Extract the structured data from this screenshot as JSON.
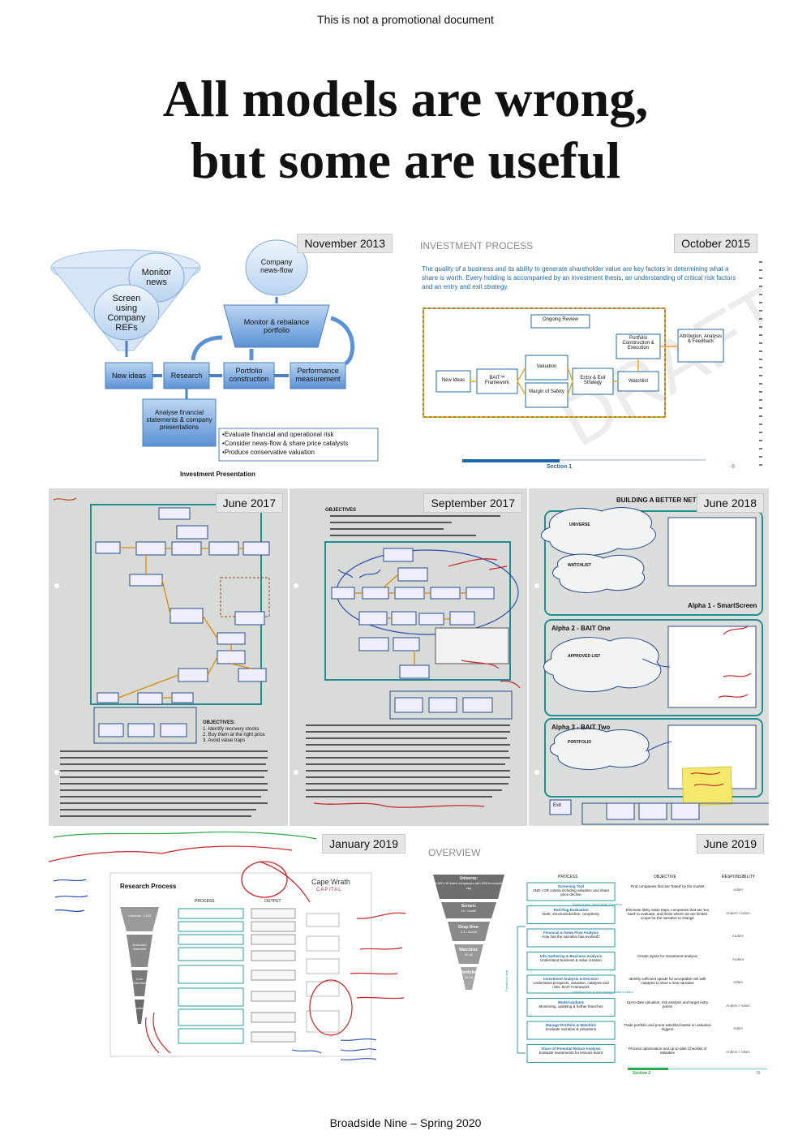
{
  "header": {
    "disclaimer": "This is not a promotional document"
  },
  "headline": {
    "line1": "All models are wrong,",
    "line2": "but some are useful"
  },
  "footer": {
    "text": "Broadside Nine – Spring 2020"
  },
  "panels": {
    "nov2013": {
      "date": "November 2013",
      "nodes": {
        "screen": "Screen using Company REFs",
        "monitor_news": "Monitor news",
        "company_news": "Company news-flow",
        "monitor_rebalance": "Monitor & rebalance portfolio",
        "new_ideas": "New ideas",
        "research": "Research",
        "portfolio_construction": "Portfolio construction",
        "performance": "Performance measurement",
        "analyse": "Analyse financial statements & company presentations"
      },
      "bullets": [
        "•Evaluate financial and operational risk",
        "•Consider news-flow & share price catalysts",
        "•Produce conservative valuation"
      ],
      "caption": "Investment Presentation"
    },
    "oct2015": {
      "date": "October 2015",
      "heading": "INVESTMENT PROCESS",
      "intro": "The quality of a business and its ability to generate shareholder value are key factors in determining what a share is worth. Every holding is accompanied by an investment thesis, an understanding of critical risk factors and an entry and exit strategy.",
      "boxes": {
        "ongoing_review": "Ongoing Review",
        "new_ideas": "New Ideas",
        "bait": "BAIT™ Framework",
        "valuation": "Valuation",
        "margin": "Margin of Safety",
        "entry_exit": "Entry & Exit Strategy",
        "portfolio": "Portfolio Construction & Execution",
        "watchlist": "Watchlist",
        "attribution": "Attribution, Analysis & Feedback"
      },
      "section": "Section 1",
      "page": "8"
    },
    "jun2017": {
      "date": "June 2017",
      "objectives_title": "OBJECTIVES:",
      "objectives": [
        "1.   Identify recovery stocks",
        "2.   Buy them at the right price",
        "3.   Avoid value traps"
      ]
    },
    "sep2017": {
      "date": "September 2017",
      "objectives_title": "OBJECTIVES"
    },
    "jun2018": {
      "date": "June 2018",
      "heading": "BUILDING A BETTER NET",
      "alpha1": "Alpha 1 - SmartScreen",
      "alpha2": "Alpha 2 - BAIT One",
      "alpha3": "Alpha 3 - BAIT Two",
      "universe": "UNIVERSE",
      "watchlist": "WATCHLIST",
      "approved": "APPROVED LIST",
      "portfolio": "PORTFOLIO",
      "exit": "Exit"
    },
    "jan2019": {
      "date": "January 2019",
      "title": "Research Process",
      "logo_top": "Cape Wrath",
      "logo_bottom": "CAPITAL",
      "funnel": [
        "Universe: 1,500",
        "Extended Watchlist",
        "Core Watchlist",
        "Portfolio"
      ],
      "columns": [
        "PROCESS",
        "OUTPUT"
      ]
    },
    "jun2019": {
      "date": "June 2019",
      "heading": "OVERVIEW",
      "columns": [
        "PROCESS",
        "OBJECTIVE",
        "RESPONSIBILITY"
      ],
      "funnel": [
        {
          "title": "Universe:",
          "sub": "1,500 UK listed companies with £250m market cap"
        },
        {
          "title": "Screen:",
          "sub": "10 / month"
        },
        {
          "title": "Deep Dive:",
          "sub": "2-3 / month"
        },
        {
          "title": "Watchlist:",
          "sub": "40-60"
        },
        {
          "title": "Portfolio:",
          "sub": "15-20"
        }
      ],
      "rows": [
        {
          "process": "Screening Tool",
          "detail": "AND / OR criteria including valuation and share price decline",
          "objective": "Find companies that are 'hated' by the market",
          "resp": "Adam"
        },
        {
          "process": "Red Flag Evaluation",
          "detail": "Debt, structural decline, complexity",
          "objective": "Eliminate likely value traps, companies that are 'too hard' to evaluate, and those where we are limited scope for the narrative to change",
          "resp": "Anders / Adam"
        },
        {
          "process": "Financial & News Flow Analysis",
          "detail": "How has the narrative has evolved?",
          "objective": "",
          "resp": "Anders"
        },
        {
          "process": "Info Gathering & Business Analysis",
          "detail": "Understand business & value creation",
          "objective": "Create inputs for investment analysis",
          "resp": "Anders"
        },
        {
          "process": "Investment Analysis & Decision",
          "detail": "Understand prospects, valuation, catalysts and risks. BAIT Framework",
          "objective": "Identify sufficient upside for acceptable risk with catalysts to drive a new narrative",
          "resp": "Adam"
        },
        {
          "process": "Model Updates",
          "detail": "Monitoring, updating & further branches",
          "objective": "Up-to-date valuation, risk analysis and target entry points",
          "resp": "Anders / Adam"
        },
        {
          "process": "Manage Portfolio & Watchlist",
          "detail": "Evaluate narrative & valuations",
          "objective": "Trade portfolio and prune watchlist based on valuation triggers",
          "resp": "Adam"
        },
        {
          "process": "Share of Potential Return Analysis",
          "detail": "Evaluate investments for lessons learnt",
          "objective": "Process optimisation and up-to-date Checklist of Mistakes",
          "resp": "Anders / Adam"
        }
      ],
      "notes": [
        "Stock enters 'New Ideas' Workflow",
        "Initiation note & forecasting model created"
      ],
      "feedback": "Feedback loop",
      "section": "Section 2",
      "page": "15"
    }
  }
}
